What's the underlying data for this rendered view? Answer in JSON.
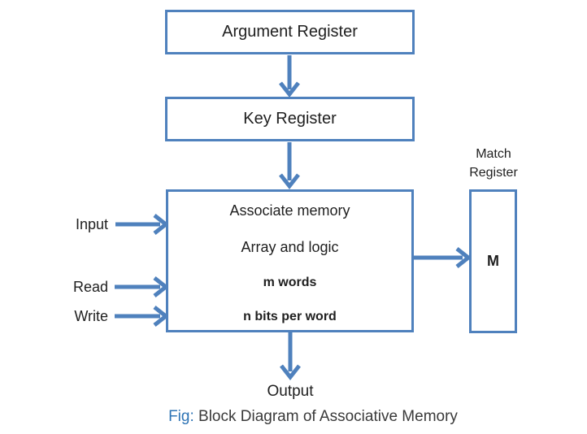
{
  "diagram": {
    "boxes": {
      "argument_register": "Argument Register",
      "key_register": "Key Register",
      "associative_memory": {
        "line1": "Associate memory",
        "line2": "Array and logic",
        "line3": "m words",
        "line4": "n bits per word"
      },
      "match_register_value": "M"
    },
    "labels": {
      "input": "Input",
      "read": "Read",
      "write": "Write",
      "match_register_line1": "Match",
      "match_register_line2": "Register",
      "output": "Output"
    },
    "caption": {
      "fig_prefix": "Fig:",
      "text": "Block Diagram of Associative Memory"
    },
    "colors": {
      "shape_stroke": "#4f81bd",
      "text": "#1f1f1f",
      "caption_fig": "#2e74b5",
      "caption_text": "#3a3a3a",
      "background": "#ffffff"
    }
  }
}
